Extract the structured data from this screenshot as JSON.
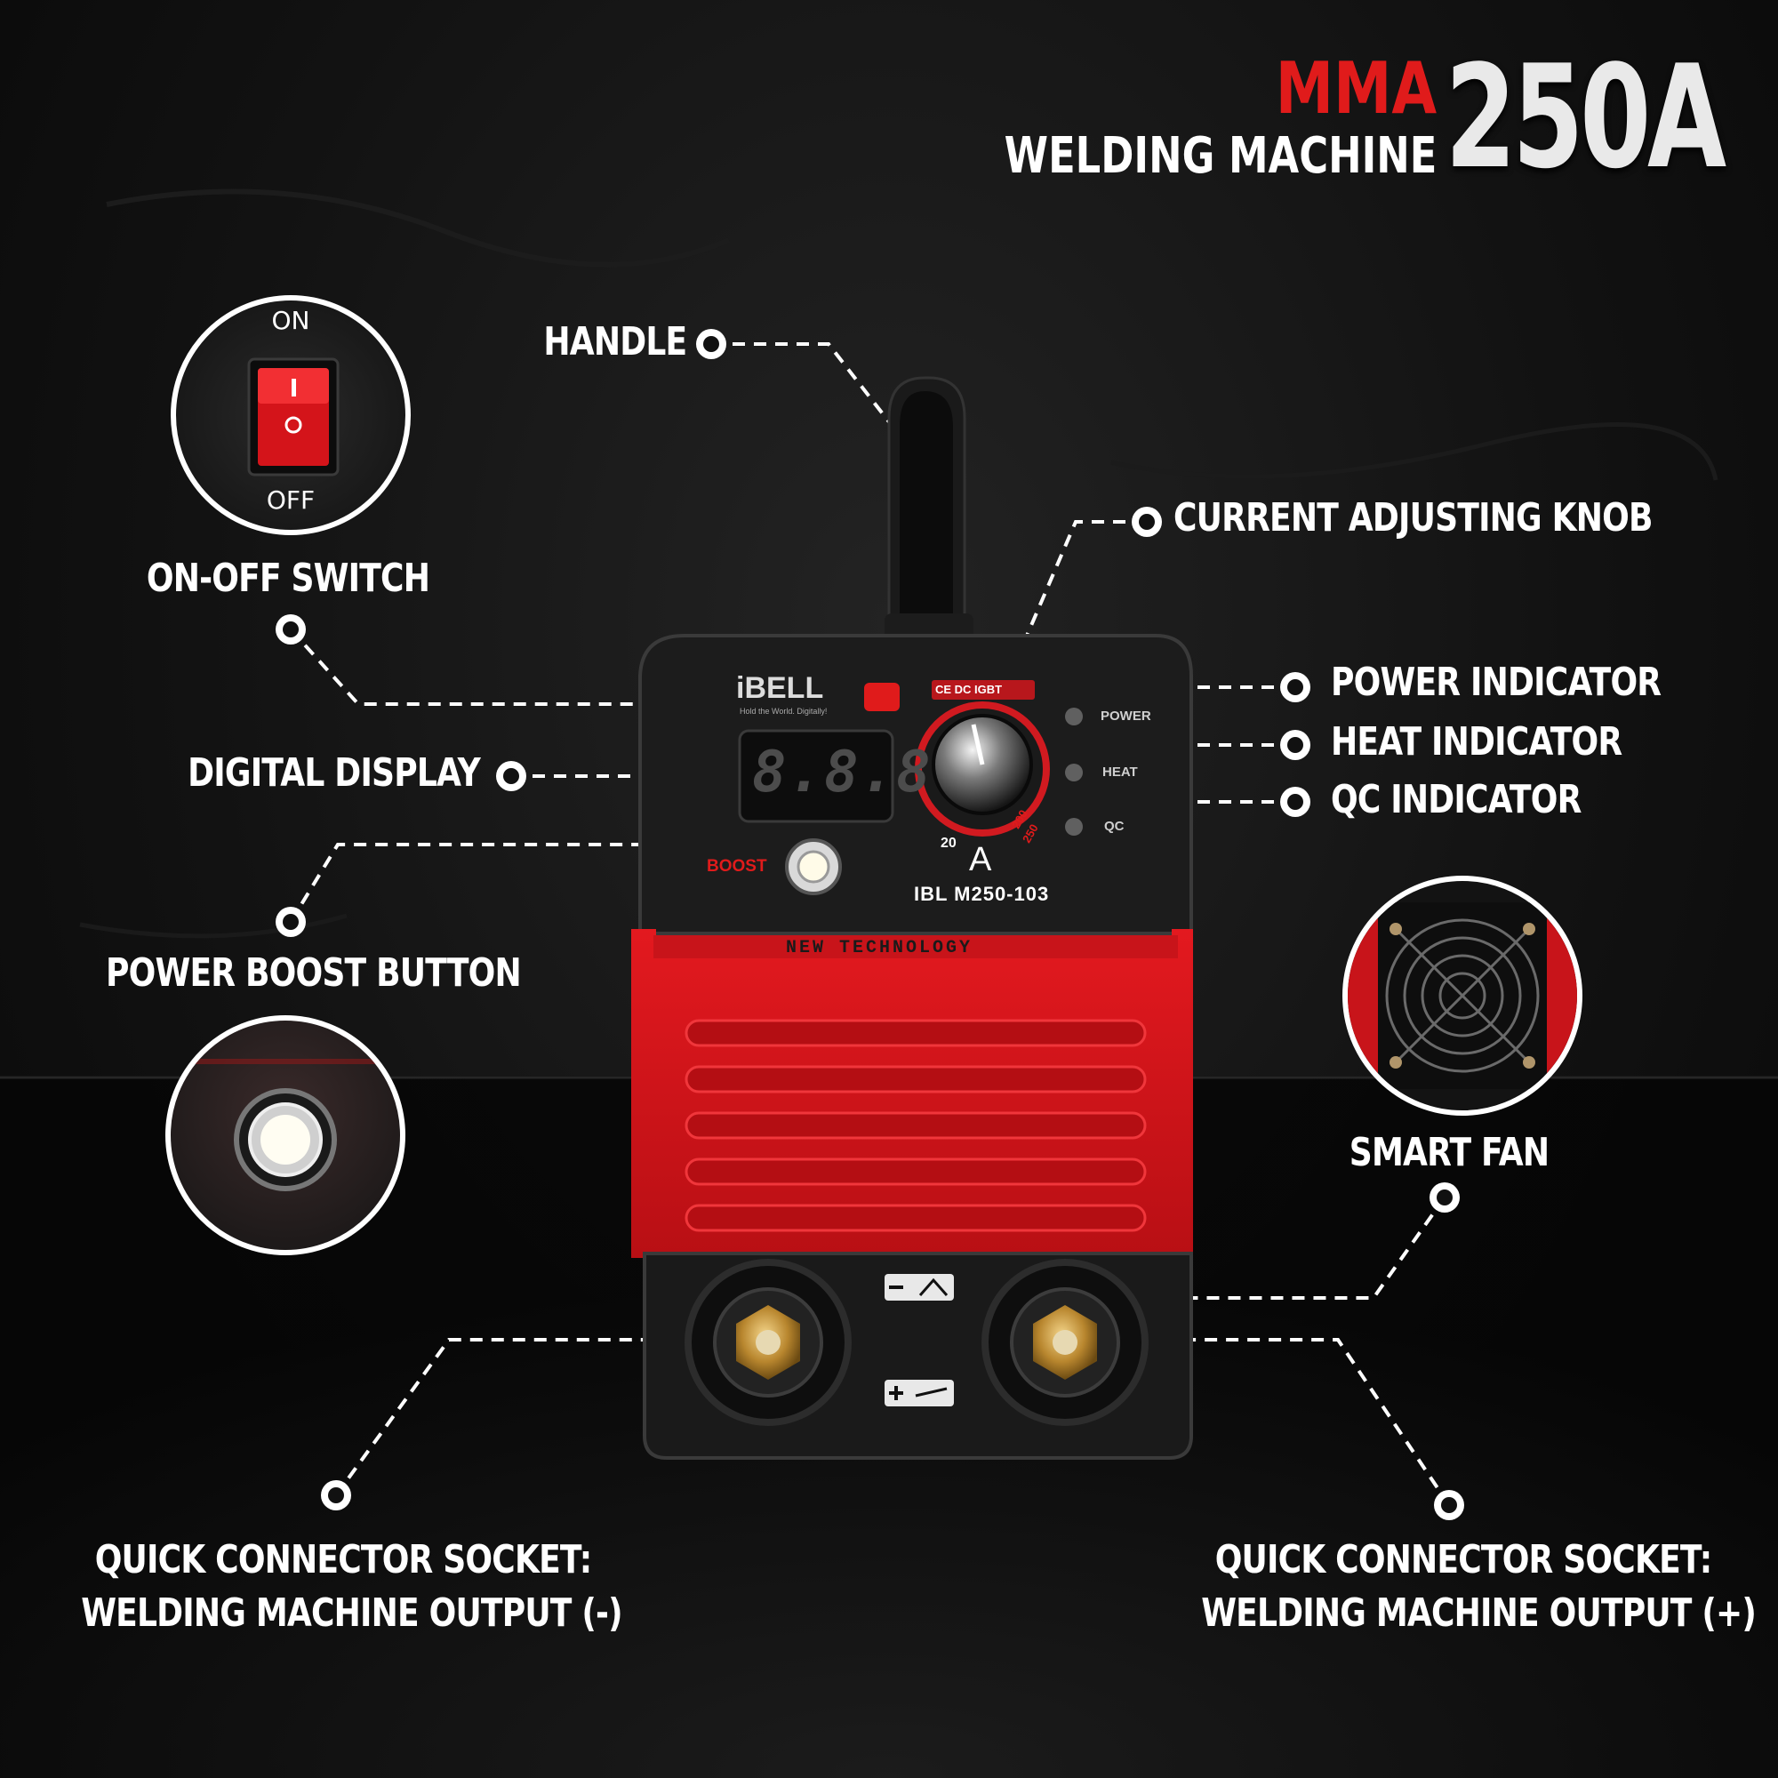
{
  "title": {
    "top": "MMA",
    "bottom": "WELDING MACHINE",
    "rating": "250A"
  },
  "labels": {
    "handle": "HANDLE",
    "knob": "CURRENT ADJUSTING KNOB",
    "power_indicator": "POWER INDICATOR",
    "heat_indicator": "HEAT INDICATOR",
    "qc_indicator": "QC INDICATOR",
    "onoff": "ON-OFF SWITCH",
    "display": "DIGITAL DISPLAY",
    "boost": "POWER BOOST BUTTON",
    "fan": "SMART FAN",
    "socket_neg_1": "QUICK CONNECTOR SOCKET:",
    "socket_neg_2": "WELDING MACHINE OUTPUT (-)",
    "socket_pos_1": "QUICK CONNECTOR SOCKET:",
    "socket_pos_2": "WELDING MACHINE OUTPUT (+)"
  },
  "switch": {
    "on": "ON",
    "off": "OFF"
  },
  "machine": {
    "brand": "iBELL",
    "tagline": "Hold the World. Digitally!",
    "display_value": "8.8.8",
    "led_power": "POWER",
    "led_heat": "HEAT",
    "led_qc": "QC",
    "knob_min": "20",
    "knob_max": "250",
    "knob_mid": "200",
    "unit": "A",
    "boost": "BOOST",
    "model": "IBL M250-103",
    "strip": "NEW TECHNOLOGY",
    "cert": "CE DC IGBT"
  },
  "colors": {
    "accent_red": "#e01b1b",
    "machine_red": "#d8141a",
    "text": "#ffffff"
  }
}
